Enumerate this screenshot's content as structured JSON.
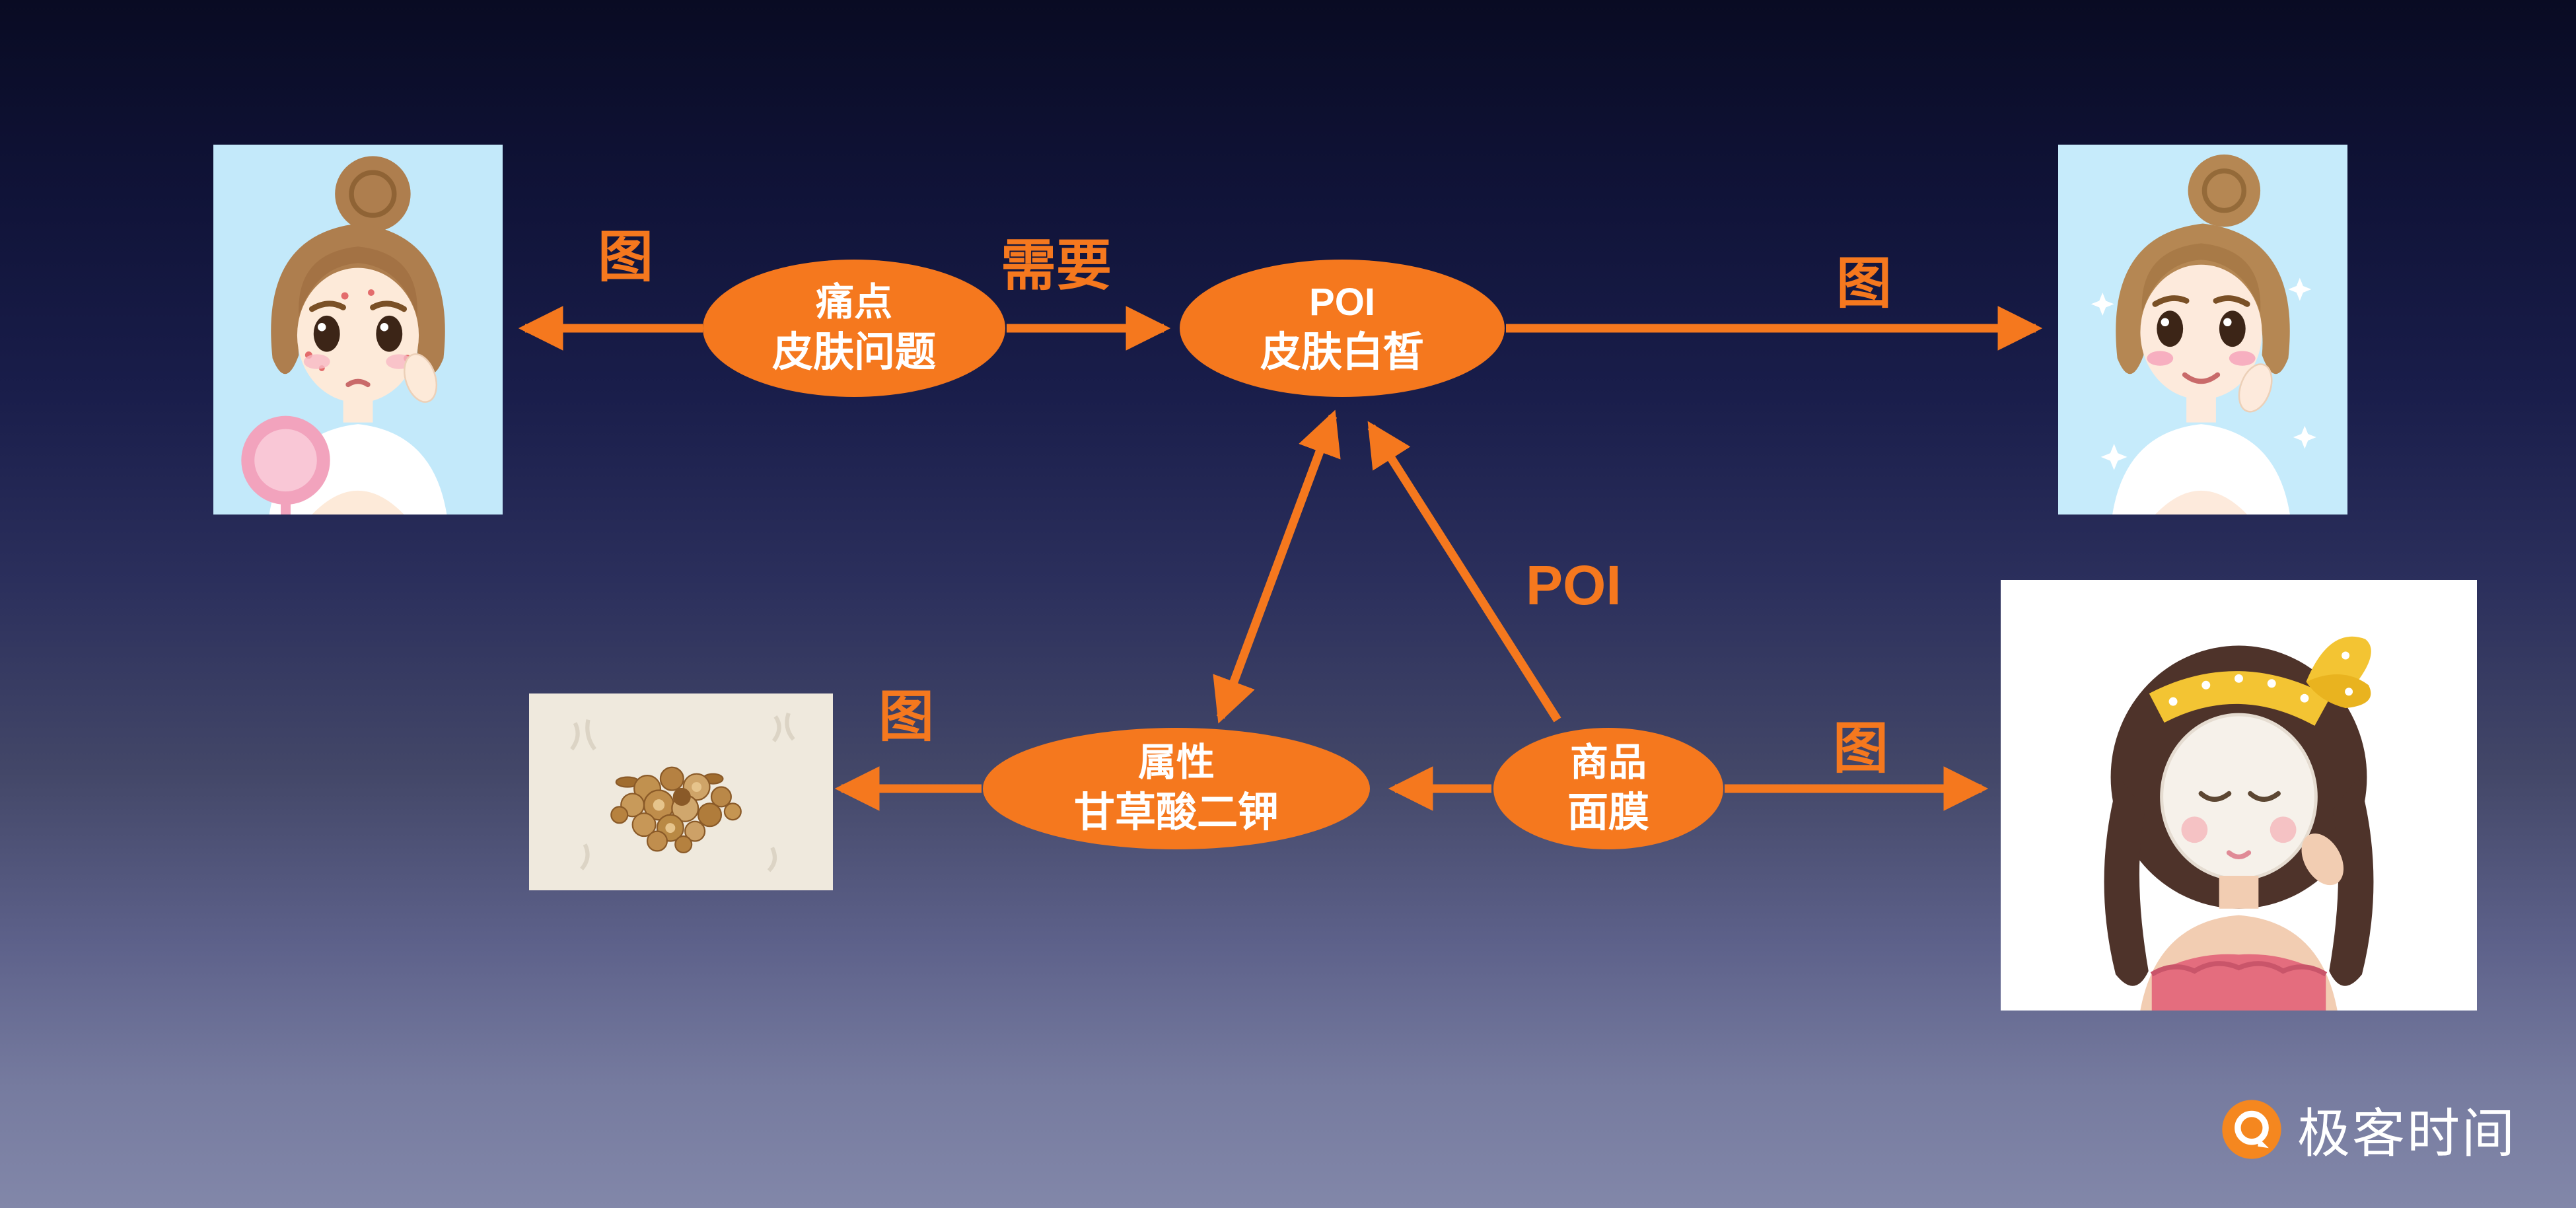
{
  "colors": {
    "accent": "#f5781e",
    "node_text": "#ffffff"
  },
  "nodes": {
    "pain_point": {
      "type": "痛点",
      "label": "皮肤问题"
    },
    "poi": {
      "type": "POI",
      "label": "皮肤白皙"
    },
    "attribute": {
      "type": "属性",
      "label": "甘草酸二钾"
    },
    "product": {
      "type": "商品",
      "label": "面膜"
    }
  },
  "edge_labels": {
    "pain_point_image": "图",
    "need": "需要",
    "poi_image": "图",
    "product_poi": "POI",
    "attribute_image": "图",
    "product_image": "图"
  },
  "images": {
    "top_left": "skin-problem-girl-illustration",
    "top_right": "fair-skin-girl-illustration",
    "bottom_left": "licorice-slices-photo",
    "bottom_right": "face-mask-girl-illustration"
  },
  "logo": {
    "text": "极客时间"
  }
}
